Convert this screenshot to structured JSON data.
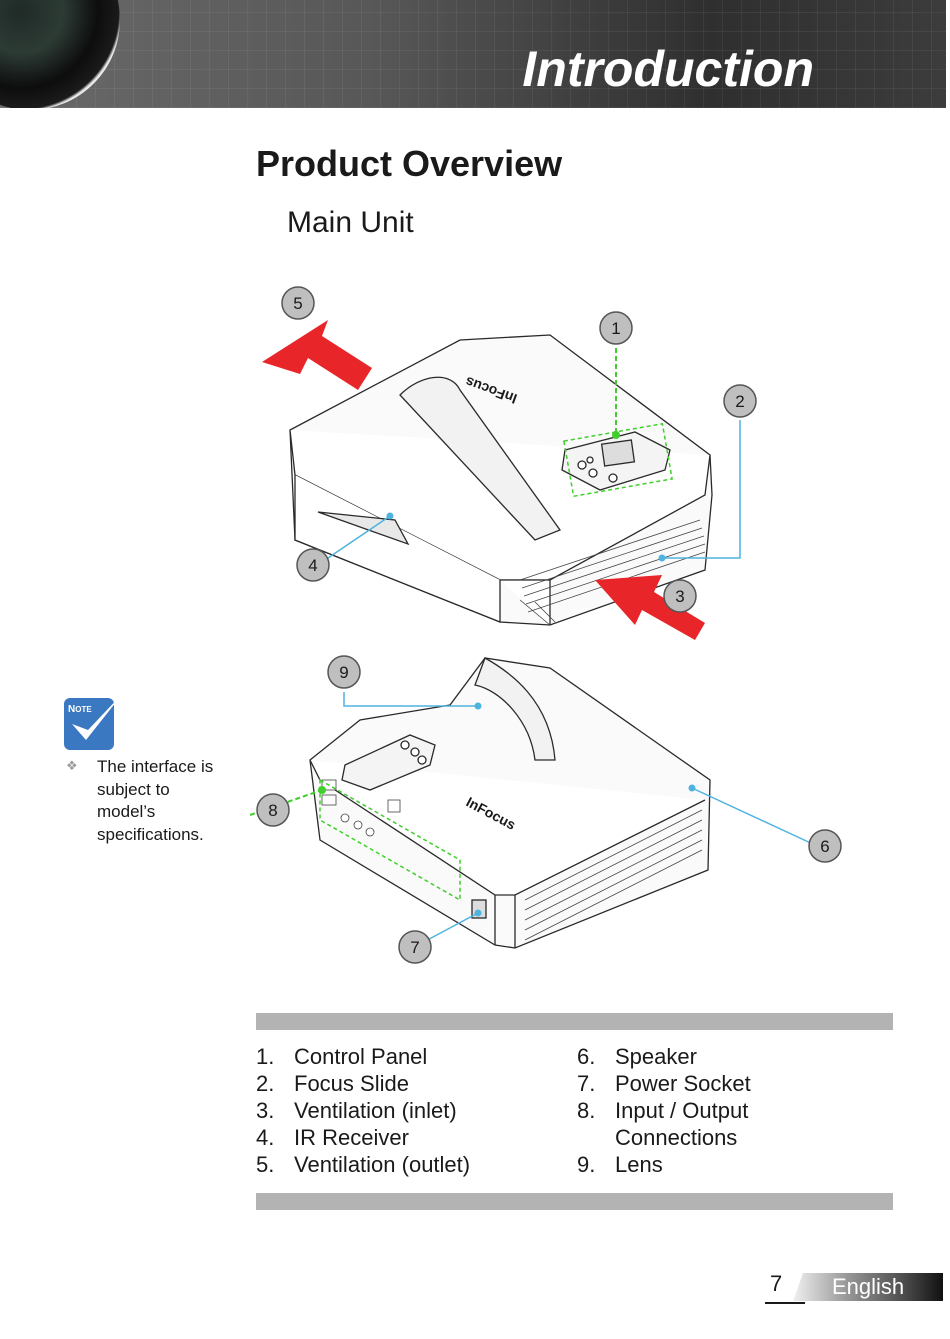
{
  "header": {
    "section_title": "Introduction"
  },
  "page": {
    "title": "Product Overview",
    "subtitle": "Main Unit"
  },
  "note": {
    "icon_label": "Note",
    "bullet": "❖",
    "text": "The interface is subject to model’s specifications."
  },
  "diagram": {
    "brand": "InFocus",
    "callouts": [
      "1",
      "2",
      "3",
      "4",
      "5",
      "6",
      "7",
      "8",
      "9"
    ],
    "colors": {
      "arrow": "#e8262a",
      "leader_blue": "#4fb3e0",
      "leader_green": "#3fcf2a",
      "callout_fill": "#bfbfbf"
    }
  },
  "legend": {
    "left": [
      {
        "num": "1.",
        "label": "Control Panel"
      },
      {
        "num": "2.",
        "label": "Focus Slide"
      },
      {
        "num": "3.",
        "label": "Ventilation (inlet)"
      },
      {
        "num": "4.",
        "label": "IR Receiver"
      },
      {
        "num": "5.",
        "label": "Ventilation (outlet)"
      }
    ],
    "right": [
      {
        "num": "6.",
        "label": "Speaker"
      },
      {
        "num": "7.",
        "label": "Power Socket"
      },
      {
        "num": "8.",
        "label": "Input / Output\nConnections"
      },
      {
        "num": "9.",
        "label": "Lens"
      }
    ]
  },
  "footer": {
    "page_number": "7",
    "language": "English"
  }
}
